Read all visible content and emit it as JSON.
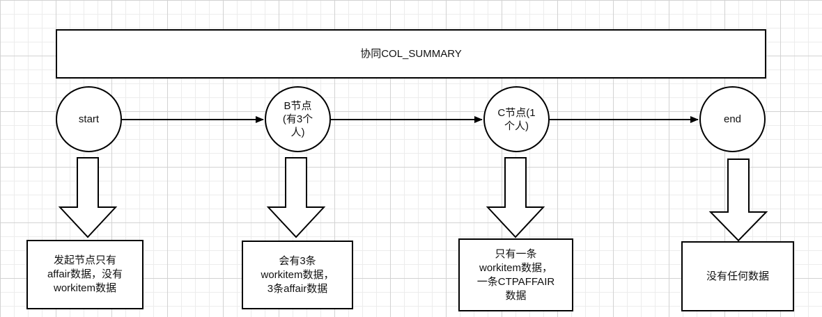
{
  "summary": {
    "label": "协同COL_SUMMARY"
  },
  "nodes": [
    {
      "id": "start",
      "label": "start"
    },
    {
      "id": "b",
      "label": "B节点\n(有3个\n人)"
    },
    {
      "id": "c",
      "label": "C节点(1\n个人)"
    },
    {
      "id": "end",
      "label": "end"
    }
  ],
  "descriptions": [
    {
      "node": "start",
      "text": "发起节点只有\naffair数据，没有\nworkitem数据"
    },
    {
      "node": "b",
      "text": "会有3条\nworkitem数据，\n3条affair数据"
    },
    {
      "node": "c",
      "text": "只有一条\nworkitem数据，\n一条CTPAFFAIR\n数据"
    },
    {
      "node": "end",
      "text": "没有任何数据"
    }
  ],
  "colors": {
    "stroke": "#000000",
    "fill": "#ffffff",
    "grid_major": "#d2d2d2",
    "grid_minor": "#ececec"
  }
}
